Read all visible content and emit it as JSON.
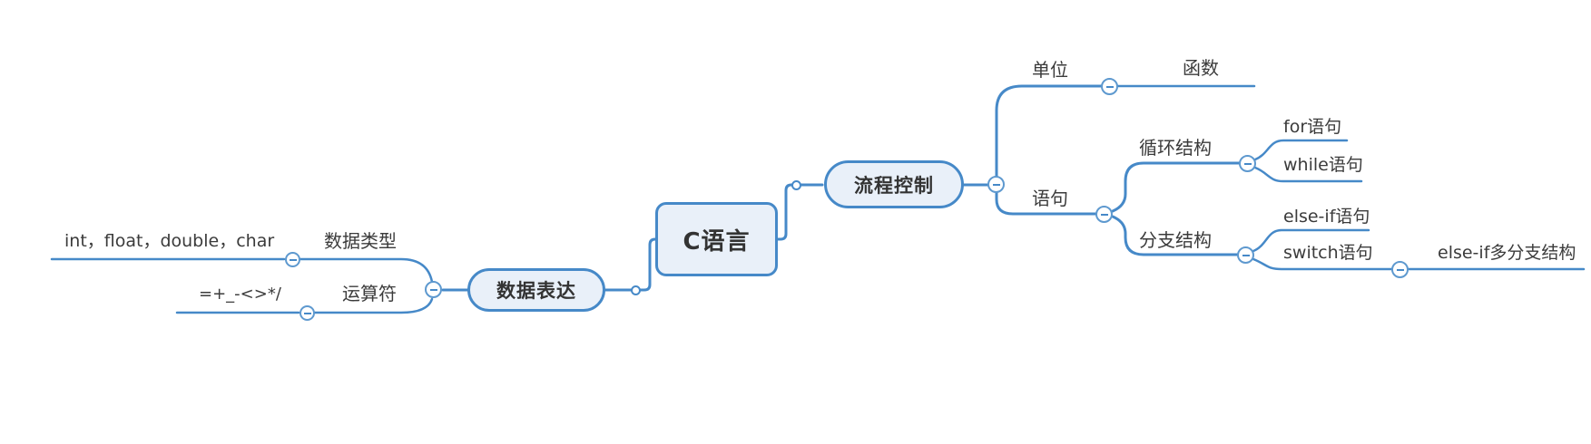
{
  "app": {
    "type": "mindmap-canvas"
  },
  "colors": {
    "line": "#4689c8",
    "node_fill": "#e9f0f9",
    "node_border": "#4689c8",
    "text": "#3b3b3b"
  },
  "icons": {
    "collapse_icon": "minus-in-circle",
    "junction_icon": "white-dot"
  },
  "nodes": {
    "root": "C语言",
    "data_expr": "数据表达",
    "data_type": "数据类型",
    "data_type_values": "int，float，double，char",
    "operator": "运算符",
    "operator_values": "=+_-<>*/",
    "flow_ctrl": "流程控制",
    "unit": "单位",
    "function": "函数",
    "statement": "语句",
    "loop": "循环结构",
    "for_stmt": "for语句",
    "while_stmt": "while语句",
    "branch": "分支结构",
    "elseif_stmt": "else-if语句",
    "switch_stmt": "switch语句",
    "elseif_multi": "else-if多分支结构"
  }
}
